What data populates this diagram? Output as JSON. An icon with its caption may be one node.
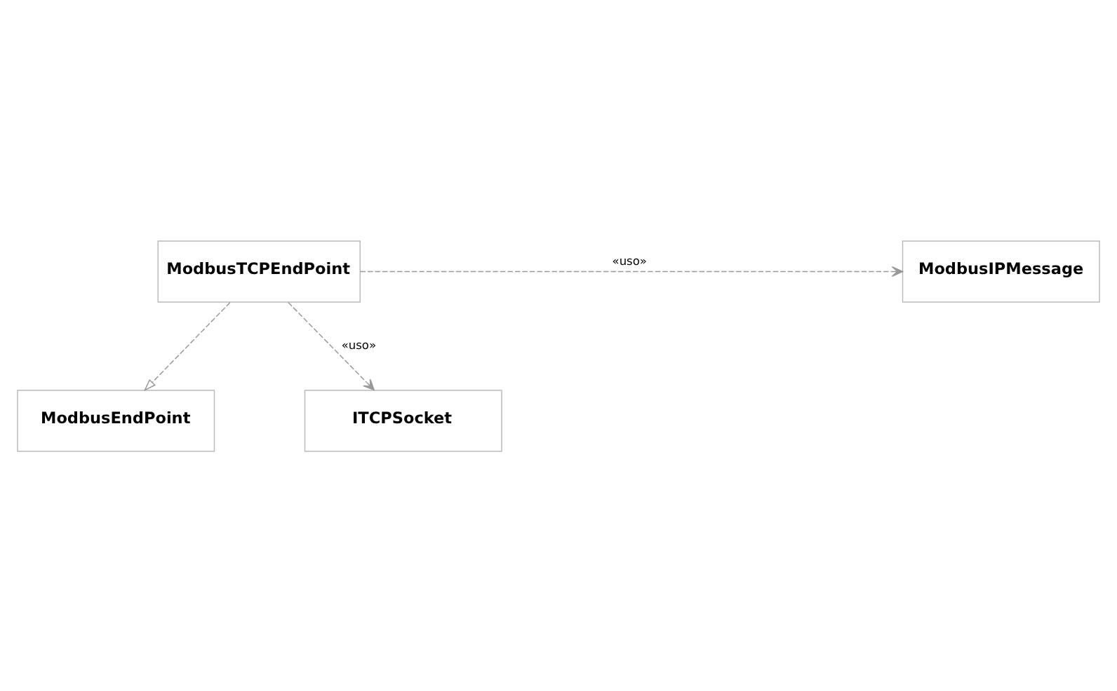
{
  "diagram": {
    "nodes": [
      {
        "text": [
          "ModbusEndPoint"
        ]
      },
      {
        "text": [
          "ModbusTCPEndPoint"
        ]
      },
      {
        "text": [
          "ModbusIPMessage"
        ]
      },
      {
        "text": [
          "ITCPSocket"
        ]
      }
    ],
    "edges": [
      {
        "from": 1,
        "to": 0,
        "arrow": "to",
        "style": "dashed"
      },
      {
        "from": 1,
        "to": 2,
        "arrow": "to",
        "style": "dashed",
        "label": "«uso»"
      },
      {
        "from": 1,
        "to": 3,
        "arrow": "to",
        "style": "dashed",
        "label": "«uso»"
      }
    ]
  }
}
